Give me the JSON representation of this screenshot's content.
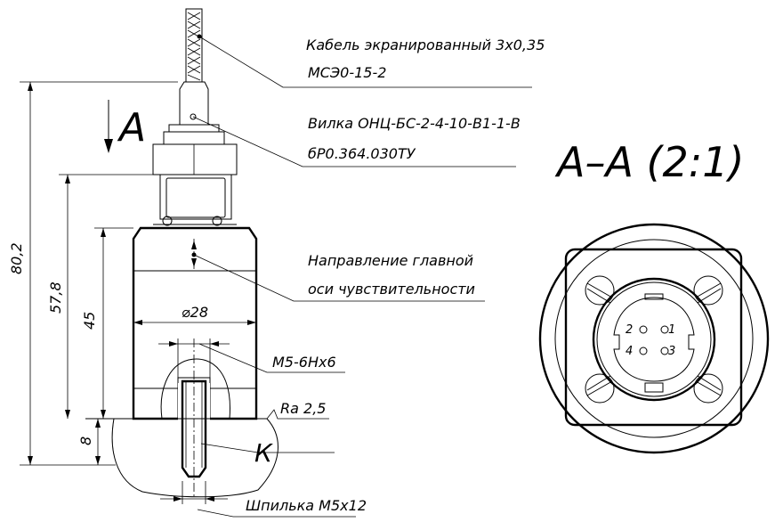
{
  "callouts": {
    "cable_line1": "Кабель экранированный 3х0,35",
    "cable_line2": "МСЭ0-15-2",
    "plug_line1": "Вилка ОНЦ-БС-2-4-10-В1-1-В",
    "plug_line2": "бР0.364.030ТУ",
    "axis_line1": "Направление главной",
    "axis_line2": "оси чувствительности",
    "thread": "М5-6Нх6",
    "stud": "Шпилька М5х12",
    "roughness": "Ra 2,5",
    "detail_k": "К"
  },
  "view_arrow": {
    "label": "А"
  },
  "section_view": {
    "title": "А–А (2:1)",
    "pins": [
      "1",
      "2",
      "3",
      "4"
    ]
  },
  "dimensions": {
    "d_overall": "80,2",
    "d_578": "57,8",
    "d_45": "45",
    "d_8": "8",
    "diameter": "⌀28"
  }
}
